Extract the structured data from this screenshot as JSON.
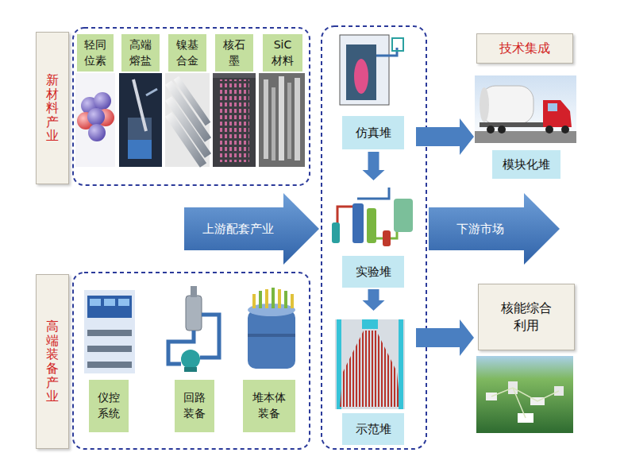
{
  "diagram": {
    "nodes": [
      {
        "text": [
          "新材料产业"
        ]
      },
      {
        "text": [
          "轻同位素"
        ]
      },
      {
        "text": [
          "高端熔盐"
        ]
      },
      {
        "text": [
          "镍基合金"
        ]
      },
      {
        "text": [
          "核石墨"
        ]
      },
      {
        "text": [
          "SiC材料"
        ]
      },
      {
        "text": [
          "仿真堆"
        ]
      },
      {
        "text": [
          "技术集成"
        ]
      },
      {
        "text": [
          "模块化堆"
        ]
      },
      {
        "text": [
          "上游配套产业"
        ]
      },
      {
        "text": [
          "实验堆"
        ]
      },
      {
        "text": [
          "下游市场"
        ]
      },
      {
        "text": [
          "高端装备产业"
        ]
      },
      {
        "text": [
          "仪控系统"
        ]
      },
      {
        "text": [
          "回路装备"
        ]
      },
      {
        "text": [
          "堆本体装备"
        ]
      },
      {
        "text": [
          "核能综合利用"
        ]
      },
      {
        "text": [
          "示范堆"
        ]
      }
    ],
    "edges": [
      {
        "from": 6,
        "to": 10,
        "arrow": "to"
      },
      {
        "from": 10,
        "to": 17,
        "arrow": "to"
      },
      {
        "from": 6,
        "to": 8,
        "arrow": "to"
      },
      {
        "from": 17,
        "to": 16,
        "arrow": "to"
      }
    ]
  }
}
